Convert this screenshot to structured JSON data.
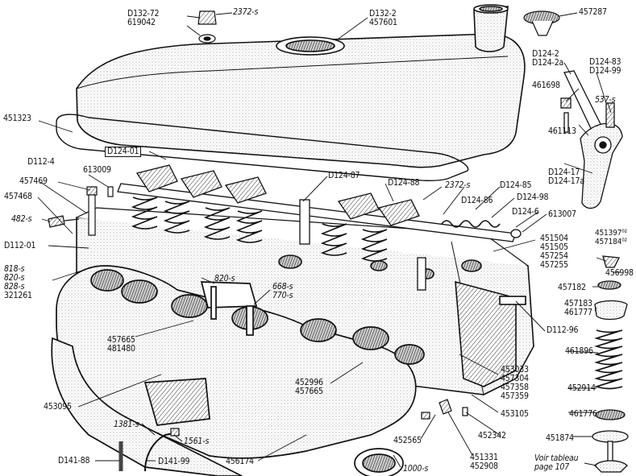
{
  "callouts": {
    "d132_72": "D132-72",
    "n619042": "619042",
    "n2372s_top": "2372-s",
    "d132_2": "D132-2",
    "n457601": "457601",
    "n457287": "457287",
    "d124_2": "D124-2",
    "d124_2a": "D124-2a",
    "d124_83": "D124-83",
    "d124_99": "D124-99",
    "n461698": "461698",
    "n537s": "537-s",
    "n451323": "451323",
    "n461113": "461113",
    "d124_01": "D124-01",
    "d112_4": "D112-4",
    "n613009": "613009",
    "d124_87": "D124-87",
    "d124_17": "D124-17",
    "d124_17a": "D124-17a",
    "n457469": "457469",
    "n457468": "457468",
    "d124_88": "D124-88",
    "n2372s_mid": "2372-s",
    "d124_85": "D124-85",
    "d124_86": "D124-86",
    "d124_98": "D124-98",
    "d124_6": "D124-6",
    "n613007": "613007",
    "n482s": "482-s",
    "n451504": "451504",
    "n451505": "451505",
    "n457254": "457254",
    "n457255": "457255",
    "n451397": "451397⁰²",
    "n457184": "457184⁰²",
    "d112_01": "D112-01",
    "n456998": "456998",
    "n818s": "818-s",
    "n820s_a": "820-s",
    "n828s": "828-s",
    "n321261": "321261",
    "n820s_b": "820-s",
    "n668s": "668-s",
    "n770s": "770-s",
    "n457182": "457182",
    "n457183": "457183",
    "n461777": "461777",
    "n457665_a": "457665",
    "n481480": "481480",
    "d112_96": "D112-96",
    "n461896": "461896",
    "n453033": "453033",
    "n457304": "457304",
    "n457358": "457358",
    "n457359": "457359",
    "n452996": "452996",
    "n457665_b": "457665",
    "n452914": "452914",
    "n453095": "453095",
    "n453105": "453105",
    "n461776": "461776",
    "n1381s": "1381-s",
    "n1561s": "1561-s",
    "n452565": "452565",
    "n452342": "452342",
    "n451874": "451874",
    "d141_88": "D141-88",
    "d141_99": "D141-99",
    "n456174": "456174",
    "n1000s": "1000-s",
    "n451331": "451331",
    "n452908": "452908",
    "voir1": "Voir tableau",
    "voir2": "page 107"
  }
}
